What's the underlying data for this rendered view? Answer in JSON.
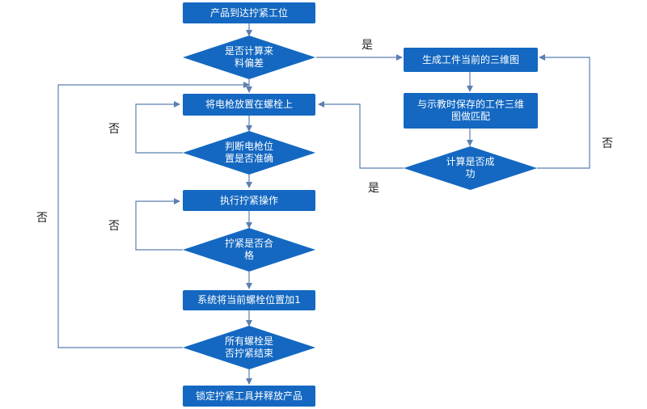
{
  "nodes": {
    "arrive": "产品到达拧紧工位",
    "calc_offset": "是否计算来料偏差",
    "place_gun": "将电枪放置在螺栓上",
    "judge_position": "判断电枪位置是否准确",
    "execute": "执行拧紧操作",
    "tight_ok": "拧紧是否合格",
    "record": "系统将当前螺栓位置加1",
    "all_done": "所有螺栓是否拧紧结束",
    "release": "锁定拧紧工具并释放产品",
    "gen_3d": "生成工件当前的三维图",
    "match": "与示教时保存的工件三维图做匹配",
    "calc_success": "计算是否成功"
  },
  "labels": {
    "yes_top": "是",
    "no_position": "否",
    "no_left": "否",
    "no_tight": "否",
    "no_right": "否",
    "yes_bottom": "是"
  },
  "colors": {
    "node_fill": "#1468c1",
    "connector": "#5b7fb0",
    "text_on_node": "#ffffff"
  }
}
